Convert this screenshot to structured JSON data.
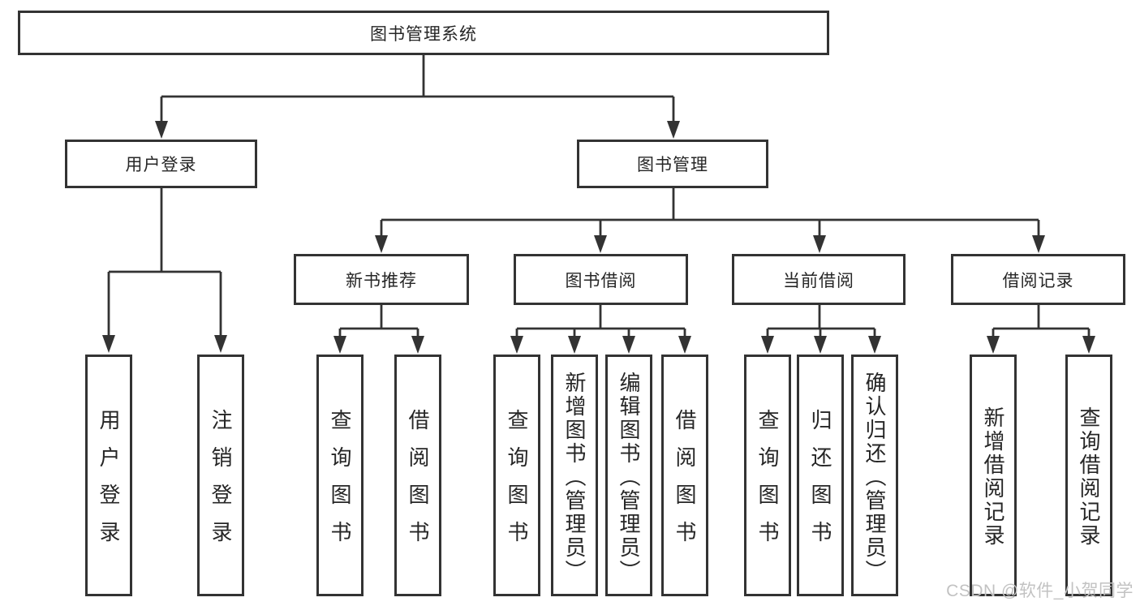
{
  "title_box": "图书管理系统",
  "level2": {
    "left": "用户登录",
    "right": "图书管理"
  },
  "level3": [
    "新书推荐",
    "图书借阅",
    "当前借阅",
    "借阅记录"
  ],
  "leaves": {
    "login": [
      "用户登录",
      "注销登录"
    ],
    "recommend": [
      "查询图书",
      "借阅图书"
    ],
    "borrow": [
      "查询图书",
      "新增图书（管理员）",
      "编辑图书（管理员）",
      "借阅图书"
    ],
    "current": [
      "查询图书",
      "归还图书",
      "确认归还（管理员）"
    ],
    "record": [
      "新增借阅记录",
      "查询借阅记录"
    ]
  },
  "watermark": "CSDN @软件_小贺同学",
  "colors": {
    "background": "#ffffff",
    "border": "#333333",
    "line": "#333333",
    "text": "#262626",
    "watermark": "#c2c2c2"
  }
}
